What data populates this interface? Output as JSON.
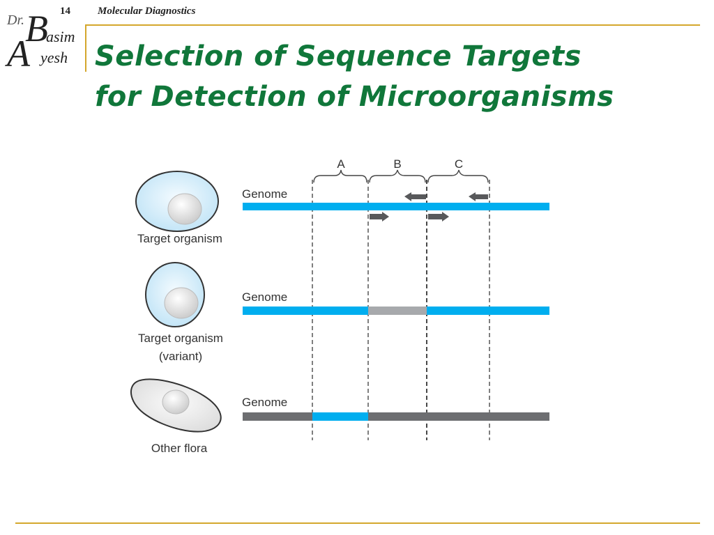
{
  "header": {
    "slide_number": "14",
    "course": "Molecular Diagnostics"
  },
  "logo": {
    "dr": "Dr.",
    "b": "B",
    "asim": "asim",
    "a": "A",
    "yesh": "yesh"
  },
  "title": {
    "line1": "Selection of Sequence Targets",
    "line2": "for Detection of Microorganisms"
  },
  "diagram": {
    "regions": [
      "A",
      "B",
      "C"
    ],
    "rows": [
      {
        "organism_label": "Target organism",
        "organism_sublabel": "",
        "genome_label": "Genome"
      },
      {
        "organism_label": "Target organism",
        "organism_sublabel": "(variant)",
        "genome_label": "Genome"
      },
      {
        "organism_label": "Other flora",
        "organism_sublabel": "",
        "genome_label": "Genome"
      }
    ],
    "colors": {
      "genome_blue": "#00aeef",
      "variant_gray": "#a7a9ac",
      "other_gray": "#6d6e71",
      "primer_arrow": "#58595b",
      "cell_fill": "#cfeaf8",
      "cell_outline": "#444444",
      "flora_fill": "#ececec"
    }
  }
}
